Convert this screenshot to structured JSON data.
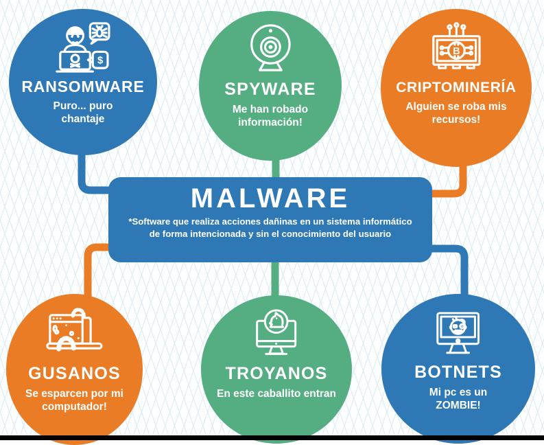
{
  "page": {
    "bg_base": "#fcfeff",
    "grid_line_color": "#dbe9f2",
    "bottom_bar_color": "#000000",
    "text_color": "#ffffff"
  },
  "center": {
    "title": "MALWARE",
    "description": "*Software que realiza acciones dañinas en un sistema informático de forma intencionada y sin el conocimiento del usuario",
    "bg_color": "#2d78b5"
  },
  "nodes": [
    {
      "id": "ransomware",
      "title": "RANSOMWARE",
      "subtitle": "Puro... puro chantaje",
      "color": "#2d78b5",
      "icon": "hacker-laptop-icon"
    },
    {
      "id": "spyware",
      "title": "SPYWARE",
      "subtitle": "Me han robado información!",
      "color": "#54ae82",
      "icon": "webcam-icon"
    },
    {
      "id": "criptomineria",
      "title": "CRIPTOMINERÍA",
      "subtitle": "Alguien se roba mis recursos!",
      "color": "#ea7c25",
      "icon": "bitcoin-mining-rig-icon"
    },
    {
      "id": "gusanos",
      "title": "GUSANOS",
      "subtitle": "Se esparcen por mi computador!",
      "color": "#ea7c25",
      "icon": "worms-laptop-icon"
    },
    {
      "id": "troyanos",
      "title": "TROYANOS",
      "subtitle": "En este caballito entran",
      "color": "#54ae82",
      "icon": "trojan-horse-monitor-icon"
    },
    {
      "id": "botnets",
      "title": "BOTNETS",
      "subtitle": "Mi pc es un ZOMBIE!",
      "color": "#2d78b5",
      "icon": "zombie-monitor-icon"
    }
  ]
}
